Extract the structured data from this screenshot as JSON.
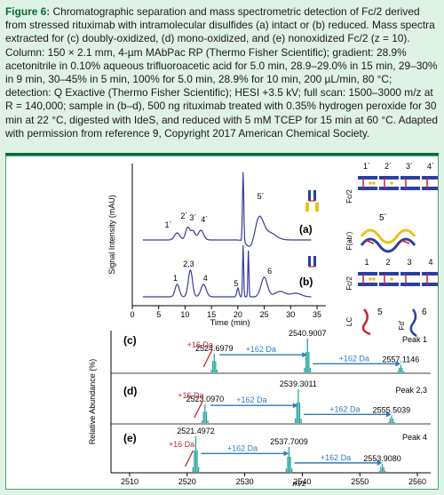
{
  "caption": {
    "label": "Figure 6:",
    "text": " Chromatographic separation and mass spectrometric detection of Fc/2 derived from stressed rituximab with intramolecular disulfides (a) intact or (b) reduced. Mass spectra extracted for (c) doubly-oxidized, (d) mono-oxidized, and (e) nonoxidized Fc/2 (z = 10). Column: 150 × 2.1 mm, 4-µm MAbPac RP (Thermo Fisher Scientific); gradient: 28.9% acetonitrile in 0.10% aqueous trifluoroacetic acid for 5.0 min, 28.9–29.0% in 15 min, 29–30% in 9 min, 30–45% in 5 min, 100% for 5.0 min, 28.9% for 10 min, 200 µL/min, 80 °C; detection: Q Exactive (Thermo Fisher Scientific); HESI +3.5 kV; full scan: 1500–3000 m/z at R = 140,000; sample in (b–d), 500 ng rituximab treated with 0.35% hydrogen peroxide for 30 min at 22 °C, digested with IdeS, and reduced with 5 mM TCEP for 15 min at 60 °C. Adapted with permission from reference 9, Copyright 2017 American Chemical Society."
  },
  "chart_data": [
    {
      "type": "line",
      "xlabel": "Time (min)",
      "ylabel": "Signal Intensity (mAU)",
      "xticks": [
        "0",
        "5",
        "10",
        "15",
        "20",
        "25",
        "30",
        "35"
      ],
      "xlim": [
        0,
        35
      ],
      "series": [
        {
          "name": "(a)",
          "peaks": [
            {
              "label": "1´",
              "x": 8.5
            },
            {
              "label": "2´",
              "x": 10.5
            },
            {
              "label": "3´",
              "x": 11.5
            },
            {
              "label": "4´",
              "x": 13
            },
            {
              "label": "5´",
              "x": 24
            }
          ]
        },
        {
          "name": "(b)",
          "peaks": [
            {
              "label": "1",
              "x": 8.5
            },
            {
              "label": "2,3",
              "x": 11
            },
            {
              "label": "4",
              "x": 13.5
            },
            {
              "label": "5",
              "x": 21
            },
            {
              "label": "6",
              "x": 25
            }
          ]
        }
      ]
    },
    {
      "type": "line",
      "xlabel": "m/z",
      "ylabel": "Relative Abundance (%)",
      "xticks": [
        "2510",
        "2520",
        "2530",
        "2540",
        "2550",
        "2560"
      ],
      "xlim": [
        2508,
        2562
      ],
      "panels": [
        {
          "name": "(c)",
          "title": "Peak 1",
          "peaks": [
            {
              "mz": 2524.6979,
              "label": "2524.6979",
              "rel": 0.55
            },
            {
              "mz": 2540.9007,
              "label": "2540.9007",
              "rel": 1.0
            },
            {
              "mz": 2557.1146,
              "label": "2557.1146",
              "rel": 0.22
            }
          ]
        },
        {
          "name": "(d)",
          "title": "Peak 2,3",
          "peaks": [
            {
              "mz": 2523.097,
              "label": "2523.0970",
              "rel": 0.55
            },
            {
              "mz": 2539.3011,
              "label": "2539.3011",
              "rel": 1.0
            },
            {
              "mz": 2555.5039,
              "label": "2555.5039",
              "rel": 0.22
            }
          ]
        },
        {
          "name": "(e)",
          "title": "Peak 4",
          "peaks": [
            {
              "mz": 2521.4972,
              "label": "2521.4972",
              "rel": 1.0
            },
            {
              "mz": 2537.7009,
              "label": "2537.7009",
              "rel": 0.7
            },
            {
              "mz": 2553.908,
              "label": "2553.9080",
              "rel": 0.22
            }
          ]
        }
      ],
      "annotations": {
        "plus16": "+16 Da",
        "plus162": "+162 Da"
      }
    }
  ],
  "schematic_labels": {
    "top_row": [
      "1´",
      "2´",
      "3´",
      "4´"
    ],
    "middle_row": [
      "1",
      "2",
      "3",
      "4"
    ],
    "fab_label": "F(ab')",
    "fc2_label": "Fc/2",
    "lc_label": "LC",
    "fd_label": "Fd'",
    "five_prime": "5´",
    "five": "5",
    "six": "6"
  },
  "colors": {
    "accent": "#0a6b37",
    "blue_arrow": "#2f7bc0",
    "red_arrow": "#c0282d",
    "peak_fill": "#1aa097",
    "chain_blue": "#2b3fa0",
    "chain_yellow": "#e8c21a",
    "chain_red": "#c0282d"
  }
}
